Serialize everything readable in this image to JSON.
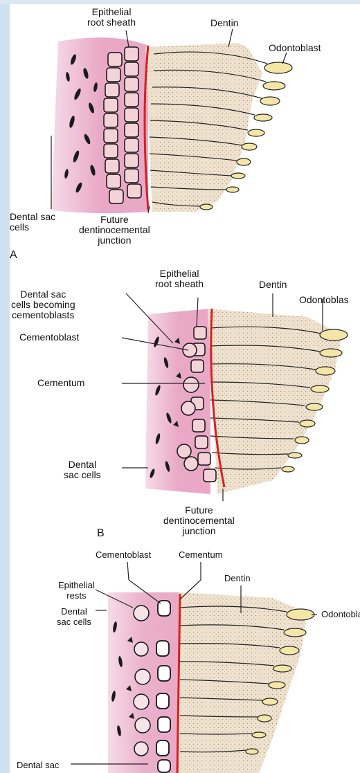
{
  "panel_a": {
    "letter": "A",
    "epithelial_root_sheath": "Epithelial\nroot sheath",
    "dentin": "Dentin",
    "odontoblast": "Odontoblast",
    "dental_sac_cells": "Dental sac\ncells",
    "future_junction": "Future\ndentinocemental\njunction"
  },
  "panel_b": {
    "letter": "B",
    "epithelial_root_sheath": "Epithelial\nroot sheath",
    "dentin": "Dentin",
    "odontoblast": "Odontoblas",
    "dental_sac_becoming": "Dental sac\ncells becoming\ncementoblasts",
    "cementoblast": "Cementoblast",
    "cementum": "Cementum",
    "dental_sac_cells": "Dental\nsac cells",
    "future_junction": "Future\ndentinocemental\njunction"
  },
  "panel_c": {
    "cementoblast": "Cementoblast",
    "cementum": "Cementum",
    "dentin": "Dentin",
    "epithelial_rests": "Epithelial\nrests",
    "dental_sac_cells": "Dental\nsac cells",
    "odontoblast": "Odontoblas",
    "dental_sac_bottom": "Dental sac"
  },
  "colors": {
    "pink": "#e9a9c6",
    "dentin": "#efe3cf",
    "junction_red": "#d8201e",
    "cell_fill": "#f4d3d8"
  }
}
